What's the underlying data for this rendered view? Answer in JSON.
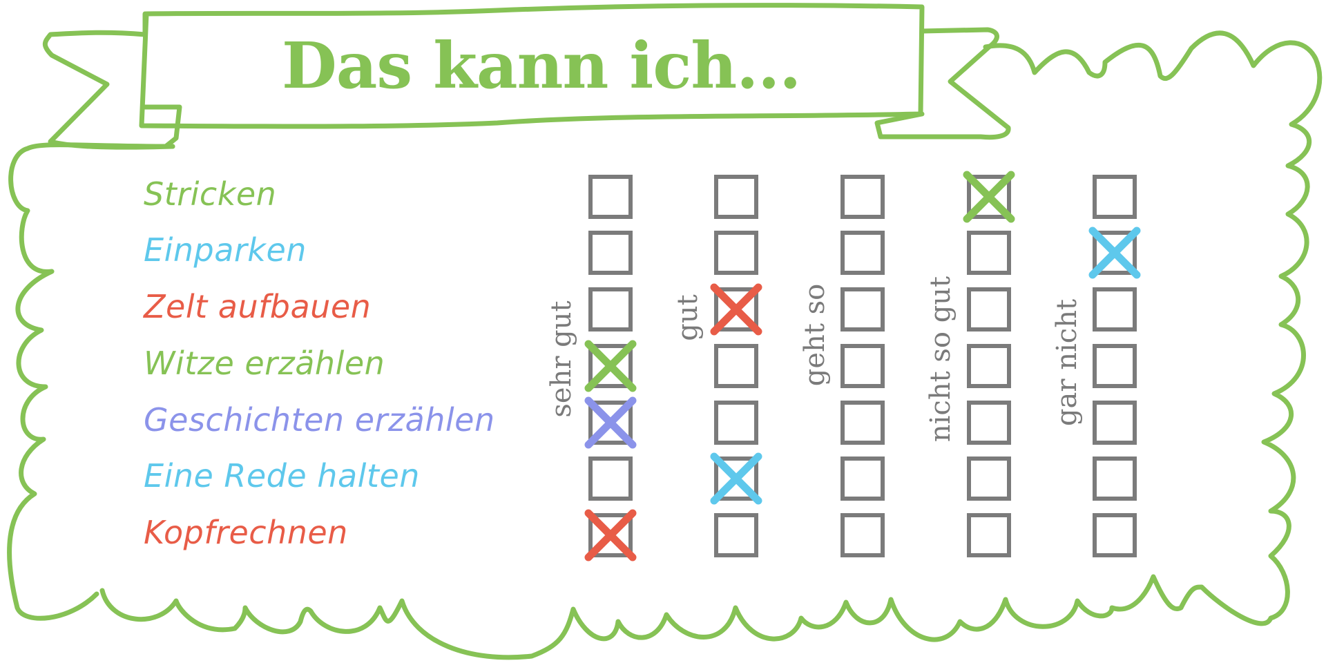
{
  "title": "Das kann ich...",
  "colors": {
    "frame_green": "#86c255",
    "checkbox_gray": "#7b7b7b",
    "label_gray": "#7a7a7a"
  },
  "columns": [
    {
      "label": "sehr gut"
    },
    {
      "label": "gut"
    },
    {
      "label": "geht so"
    },
    {
      "label": "nicht so gut"
    },
    {
      "label": "gar nicht"
    }
  ],
  "skills": [
    {
      "label": "Stricken",
      "color": "#86c255",
      "checked_column": 3
    },
    {
      "label": "Einparken",
      "color": "#5ec8ec",
      "checked_column": 4
    },
    {
      "label": "Zelt aufbauen",
      "color": "#e85c47",
      "checked_column": 1
    },
    {
      "label": "Witze erzählen",
      "color": "#86c255",
      "checked_column": 0
    },
    {
      "label": "Geschichten erzählen",
      "color": "#8b93ea",
      "checked_column": 0
    },
    {
      "label": "Eine Rede halten",
      "color": "#5ec8ec",
      "checked_column": 1
    },
    {
      "label": "Kopfrechnen",
      "color": "#e85c47",
      "checked_column": 0
    }
  ],
  "icons": {
    "check_mark": "x-mark-icon",
    "checkbox": "checkbox-icon"
  }
}
